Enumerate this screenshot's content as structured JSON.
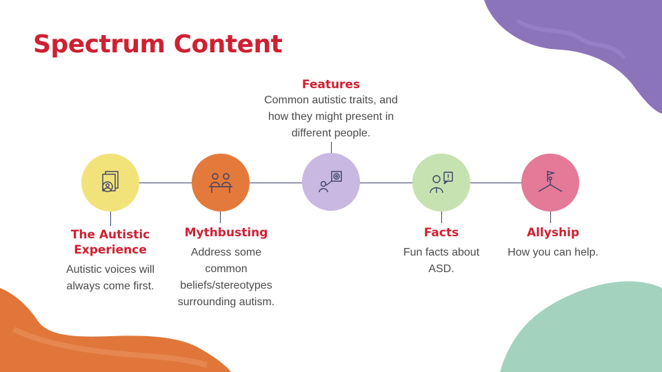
{
  "slide": {
    "title": "Spectrum Content",
    "colors": {
      "accent": "#cf2031",
      "line": "#3b3f66",
      "purple": "#8c74bb",
      "orange": "#e0763a",
      "mint": "#a3d2bf",
      "yellow": "#f2e27a",
      "node_orange": "#e37a3b",
      "lavender": "#c8b8e2",
      "green": "#c6e2b0",
      "pink": "#e47a98"
    }
  },
  "items": [
    {
      "heading": "The Autistic Experience",
      "heading_line1": "The Autistic",
      "heading_line2": "Experience",
      "text": "Autistic voices will always come first.",
      "icon": "documents-person-icon"
    },
    {
      "heading": "Mythbusting",
      "text": "Address some common beliefs/stereotypes surrounding autism.",
      "icon": "people-at-desk-icon"
    },
    {
      "heading": "Features",
      "text": "Common autistic traits, and how they might present in different people.",
      "icon": "person-pointing-target-icon"
    },
    {
      "heading": "Facts",
      "text": "Fun facts about ASD.",
      "icon": "person-speech-exclamation-icon"
    },
    {
      "heading": "Allyship",
      "text": "How you can help.",
      "icon": "person-flag-mountain-icon"
    }
  ]
}
